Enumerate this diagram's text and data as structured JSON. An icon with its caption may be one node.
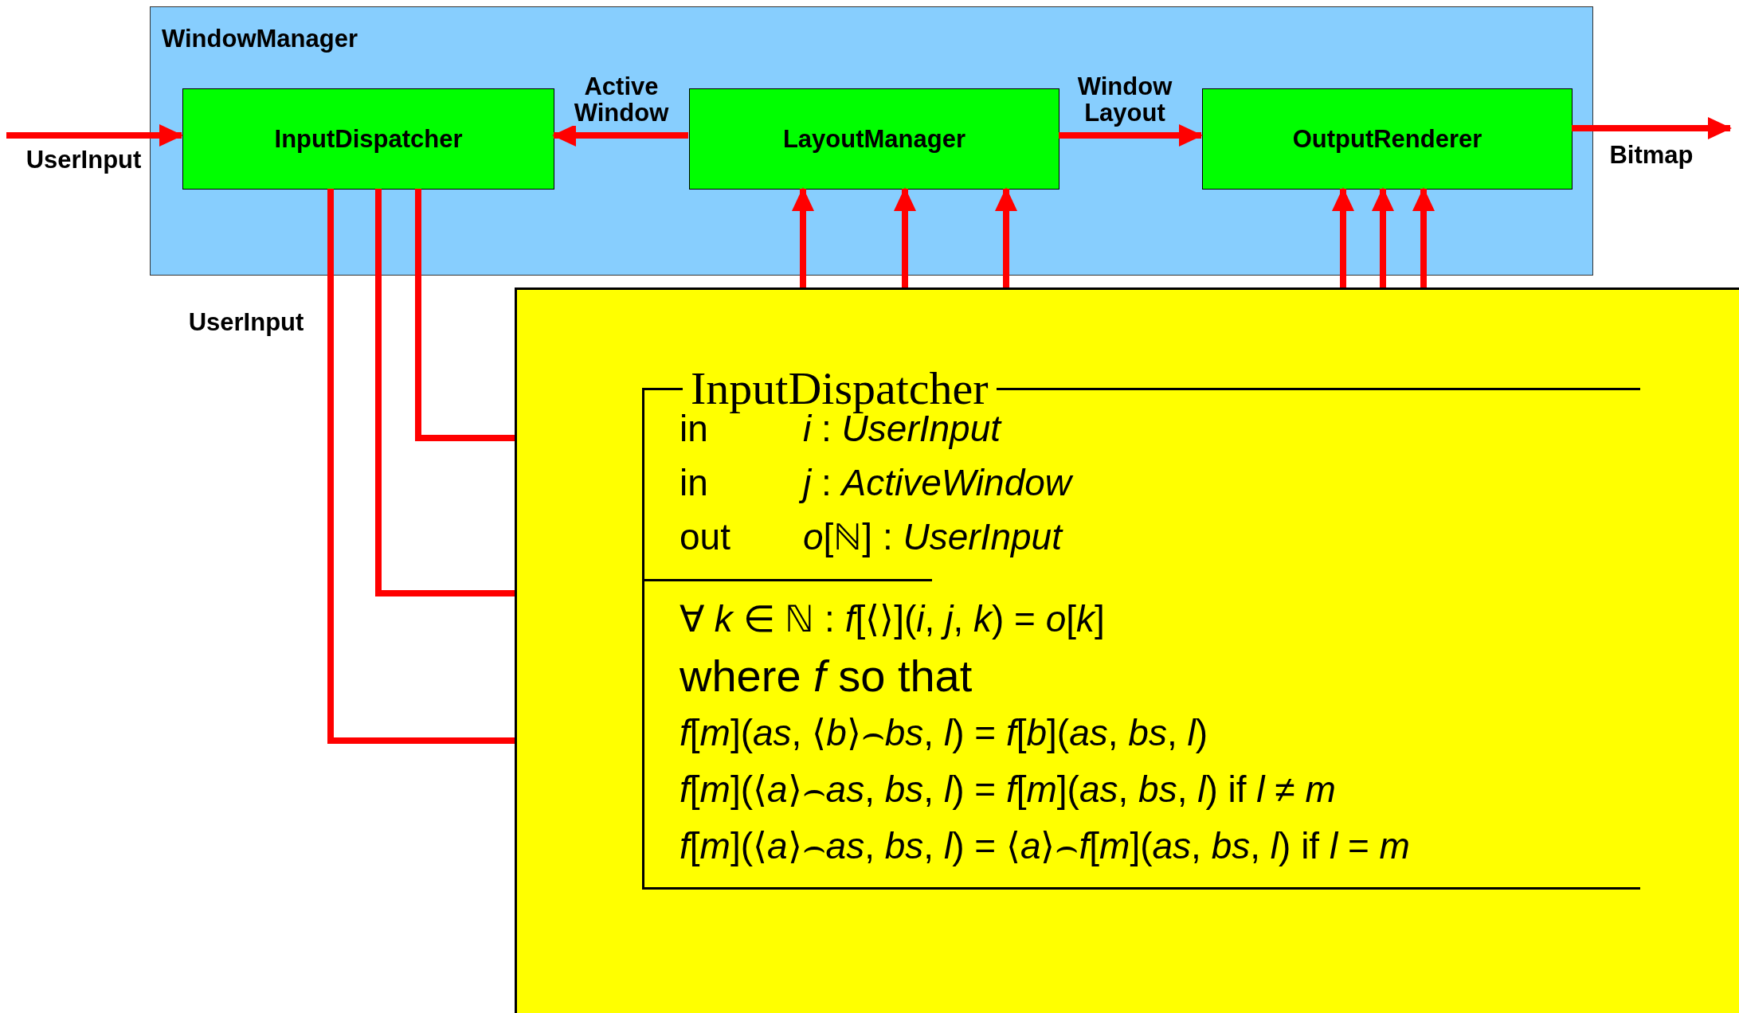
{
  "diagram": {
    "nodes": [
      {
        "text": [
          "WindowManager"
        ]
      },
      {
        "text": [
          "InputDispatcher"
        ],
        "in": 0
      },
      {
        "text": [
          "LayoutManager"
        ],
        "in": 0
      },
      {
        "text": [
          "OutputRenderer"
        ],
        "in": 0
      },
      {
        "text": [
          "InputDispatcher",
          "in",
          "*i* : *UserInput*",
          "in",
          "*j* : *ActiveWindow*",
          "out",
          "*o*[ℕ] : *UserInput*",
          "∀ *k* ∈ ℕ : *f*[⟨⟩](*i*, *j*, *k*) = *o*[*k*]",
          "where *f* so that",
          "*f*[*m*](*as*, ⟨*b*⟩⌢*bs*, *l*) = *f*[*b*](*as*, *bs*, *l*)",
          "*f*[*m*](⟨*a*⟩⌢*as*, *bs*, *l*) = *f*[*m*](*as*, *bs*, *l*) if *l* ≠ *m*",
          "*f*[*m*](⟨*a*⟩⌢*as*, *bs*, *l*) = ⟨*a*⟩⌢*f*[*m*](*as*, *bs*, *l*) if *l* = *m*"
        ]
      }
    ],
    "edges": [
      {
        "from": null,
        "to": 1,
        "arrow": "to",
        "label": "UserInput"
      },
      {
        "from": 2,
        "to": 1,
        "arrow": "to",
        "label": "Active Window"
      },
      {
        "from": 2,
        "to": 3,
        "arrow": "to",
        "label": "Window Layout"
      },
      {
        "from": 3,
        "to": null,
        "arrow": "to",
        "label": "Bitmap"
      },
      {
        "from": 1,
        "to": 4,
        "arrow": "none",
        "label": "UserInput"
      },
      {
        "from": 1,
        "to": 4,
        "arrow": "none"
      },
      {
        "from": 1,
        "to": 4,
        "arrow": "none"
      },
      {
        "from": 4,
        "to": 2,
        "arrow": "to"
      },
      {
        "from": 4,
        "to": 2,
        "arrow": "to"
      },
      {
        "from": 4,
        "to": 2,
        "arrow": "to"
      },
      {
        "from": 4,
        "to": 3,
        "arrow": "to"
      },
      {
        "from": 4,
        "to": 3,
        "arrow": "to"
      },
      {
        "from": 4,
        "to": 3,
        "arrow": "to"
      }
    ]
  }
}
